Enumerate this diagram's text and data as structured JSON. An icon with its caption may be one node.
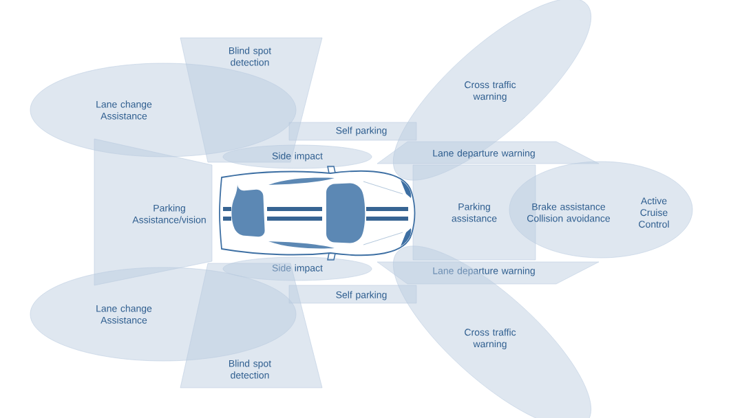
{
  "diagram": {
    "nodes": [
      {
        "text": [
          "Blind spot detection"
        ]
      },
      {
        "text": [
          "Lane change Assistance"
        ]
      },
      {
        "text": [
          "Cross traffic warning"
        ]
      },
      {
        "text": [
          "Self parking"
        ]
      },
      {
        "text": [
          "Side impact"
        ]
      },
      {
        "text": [
          "Lane departure warning"
        ]
      },
      {
        "text": [
          "Parking Assistance/vision"
        ]
      },
      {
        "text": [
          "Parking assistance"
        ]
      },
      {
        "text": [
          "Brake assistance Collision avoidance",
          "Active Cruise Control"
        ]
      },
      {
        "text": [
          "Side impact"
        ]
      },
      {
        "text": [
          "Lane departure warning"
        ]
      },
      {
        "text": [
          "Self parking"
        ]
      },
      {
        "text": [
          "Lane change Assistance"
        ]
      },
      {
        "text": [
          "Cross traffic warning"
        ]
      },
      {
        "text": [
          "Blind spot detection"
        ]
      }
    ]
  }
}
